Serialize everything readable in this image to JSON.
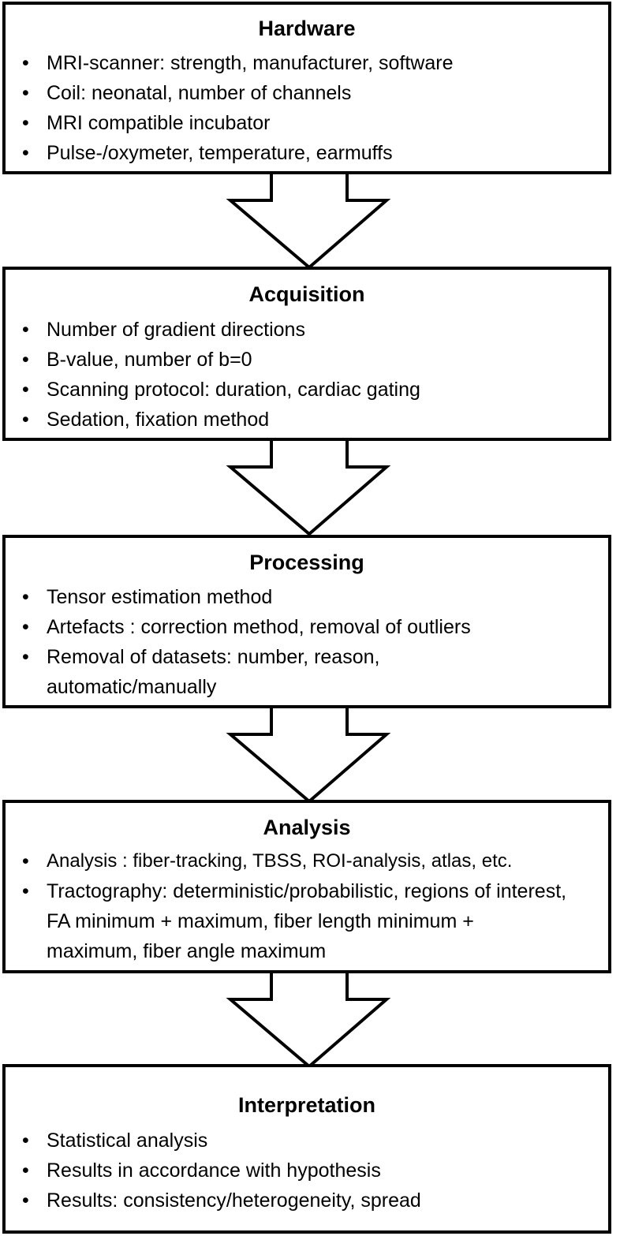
{
  "diagram": {
    "stages": [
      {
        "title": "Hardware",
        "items": [
          "MRI-scanner: strength, manufacturer, software",
          "Coil: neonatal, number of channels",
          "MRI compatible incubator",
          "Pulse-/oxymeter, temperature, earmuffs"
        ]
      },
      {
        "title": "Acquisition",
        "items": [
          "Number of gradient directions",
          "B-value, number of b=0",
          "Scanning protocol: duration, cardiac gating",
          "Sedation, fixation method"
        ]
      },
      {
        "title": "Processing",
        "items": [
          "Tensor estimation method",
          "Artefacts : correction method, removal of outliers",
          "Removal of datasets: number, reason, automatic/manually"
        ]
      },
      {
        "title": "Analysis",
        "items": [
          "Analysis : fiber-tracking, TBSS, ROI-analysis, atlas, etc.",
          "Tractography: deterministic/probabilistic, regions of interest, FA minimum + maximum, fiber length minimum + maximum, fiber angle maximum"
        ]
      },
      {
        "title": "Interpretation",
        "items": [
          "Statistical analysis",
          "Results in accordance with hypothesis",
          "Results: consistency/heterogeneity, spread"
        ]
      }
    ],
    "colors": {
      "stroke": "#000000",
      "fill": "#ffffff"
    }
  }
}
